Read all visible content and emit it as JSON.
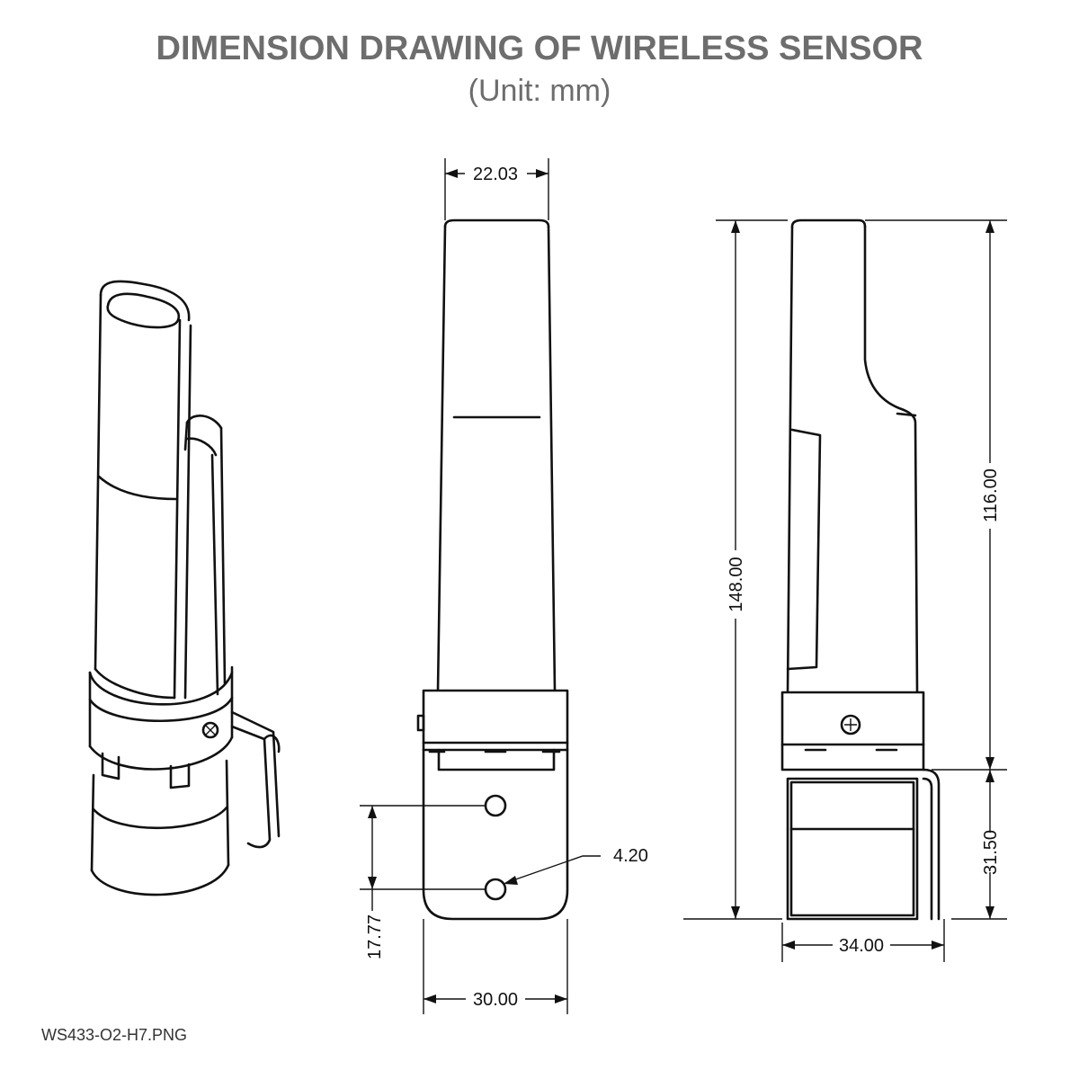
{
  "title": "DIMENSION DRAWING OF WIRELESS SENSOR",
  "subtitle": "(Unit: mm)",
  "dimensions": {
    "top_width": "22.03",
    "hole_diameter": "4.20",
    "hole_spacing": "17.77",
    "bracket_width": "30.00",
    "total_height": "148.00",
    "upper_height": "116.00",
    "lower_height": "31.50",
    "side_width": "34.00"
  },
  "filename": "WS433-O2-H7.PNG"
}
